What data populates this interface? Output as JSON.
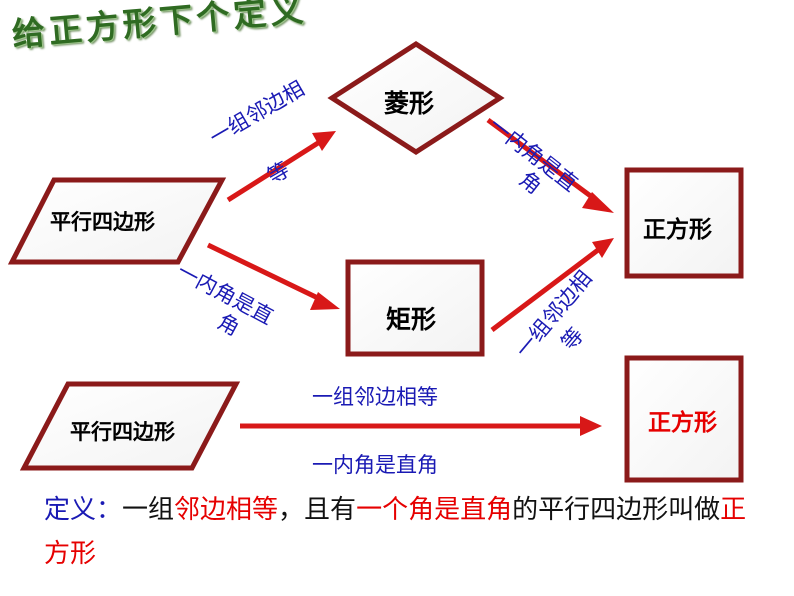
{
  "title": "给正方形下个定义",
  "nodes": {
    "rhombus": "菱形",
    "parallelogram_top": "平行四边形",
    "rectangle": "矩形",
    "square_top": "正方形",
    "parallelogram_bottom": "平行四边形",
    "square_bottom": "正方形"
  },
  "edges": {
    "para_to_rhombus_line1": "一组邻边相",
    "para_to_rhombus_line2": "等",
    "rhombus_to_square_line1": "一内角是直",
    "rhombus_to_square_line2": "角",
    "para_to_rect_line1": "一内角是直",
    "para_to_rect_line2": "角",
    "rect_to_square_line1": "一组邻边相",
    "rect_to_square_line2": "等",
    "bottom_above": "一组邻边相等",
    "bottom_below": "一内角是直角"
  },
  "definition": {
    "label": "定义：",
    "part1": "一组",
    "part2": "邻边相等",
    "part3": "，且有",
    "part4": "一个角是直角",
    "part5": "的平行四边形叫做",
    "part6": "正方形"
  },
  "colors": {
    "node_border": "#8b1a1a",
    "arrow": "#d81818",
    "edge_text": "#1a1ab4",
    "title": "#2f6b22",
    "highlight": "#e60000"
  }
}
